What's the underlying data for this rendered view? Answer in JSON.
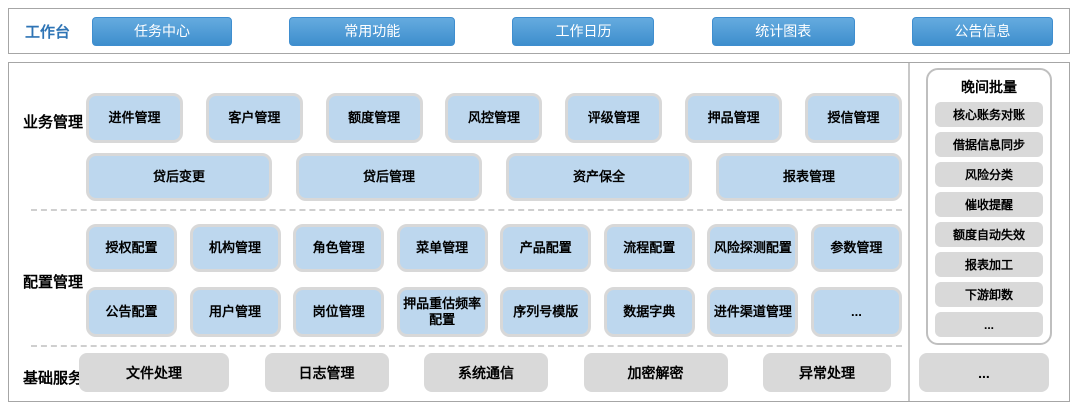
{
  "topbar": {
    "label": "工作台",
    "buttons": [
      "任务中心",
      "常用功能",
      "工作日历",
      "统计图表",
      "公告信息"
    ]
  },
  "sections": {
    "business": {
      "label": "业务管理",
      "row1": [
        "进件管理",
        "客户管理",
        "额度管理",
        "风控管理",
        "评级管理",
        "押品管理",
        "授信管理"
      ],
      "row2": [
        "贷后变更",
        "贷后管理",
        "资产保全",
        "报表管理"
      ]
    },
    "config": {
      "label": "配置管理",
      "row1": [
        "授权配置",
        "机构管理",
        "角色管理",
        "菜单管理",
        "产品配置",
        "流程配置",
        "风险探测配置",
        "参数管理"
      ],
      "row2": [
        "公告配置",
        "用户管理",
        "岗位管理",
        "押品重估频率配置",
        "序列号模版",
        "数据字典",
        "进件渠道管理",
        "..."
      ]
    },
    "base": {
      "label": "基础服务",
      "row": [
        "文件处理",
        "日志管理",
        "系统通信",
        "加密解密",
        "异常处理"
      ],
      "more": "..."
    },
    "batch": {
      "title": "晚间批量",
      "items": [
        "核心账务对账",
        "借据信息同步",
        "风险分类",
        "催收提醒",
        "额度自动失效",
        "报表加工",
        "下游卸数",
        "..."
      ]
    }
  },
  "colors": {
    "topbar_button_blue": "#4e9bd5",
    "chip_light_blue": "#bdd7ee",
    "chip_gray": "#d9d9d9",
    "label_blue": "#2e74b5",
    "panel_border": "#a6a6a6"
  }
}
